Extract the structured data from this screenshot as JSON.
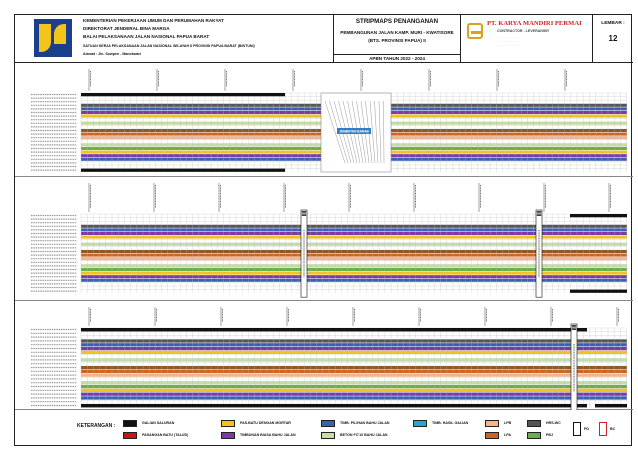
{
  "header": {
    "agency_lines": [
      "KEMENTERIAN PEKERJAAN UMUM DAN PERUMAHAN RAKYAT",
      "DIREKTORAT JENDERAL BINA MARGA",
      "BALAI PELAKSANAAN JALAN NASIONAL PAPUA BARAT",
      "SATUAN KERJA PELAKSANAAN JALAN NASIONAL WILAYAH II PROVINSI PAPUA BARAT (BINTUNI)",
      "Alamat : Jln. Sowpen - Manokwari"
    ],
    "title": "STRIPMAPS PENANGANAN",
    "project": "PEMBANGUNAN JALAN KAMP. MURI - KWATISORE",
    "province": "(BTS. PROVINSI PAPUA) II",
    "budget_year": "APBN TAHUN 2022 - 2024",
    "contractor_name": "PT. KARYA MANDIRI PERMAI",
    "contractor_sub": "CONTRACTOR  -  LEVERANSIR",
    "sheet_label": "LEMBAR :",
    "sheet_number": "12"
  },
  "legend": {
    "title": "KETERANGAN :",
    "items": [
      {
        "label": "GALIAN SALURAN",
        "color": "#111111"
      },
      {
        "label": "PASANGAN BATU (TALUD)",
        "color": "#c8151b"
      },
      {
        "label": "PAS.BATU DENGAN MORTAR",
        "color": "#f2c31b"
      },
      {
        "label": "TIMBUNAN BIASA BAHU JALAN",
        "color": "#7b3aa8"
      },
      {
        "label": "TIMB. PILIHAN BAHU JALAN",
        "color": "#3a5fb5"
      },
      {
        "label": "BETON FC'10 BAHU JALAN",
        "color": "#c4dca7"
      },
      {
        "label": "TIMB. HASIL GALIAN",
        "color": "#20a9d8"
      },
      {
        "label": "LPB",
        "color": "#f1b592"
      },
      {
        "label": "LPA",
        "color": "#cf6420"
      },
      {
        "label": "HRS-WC",
        "color": "#555555"
      },
      {
        "label": "PBJ",
        "color": "#6cae4a"
      }
    ],
    "box_labels": [
      "PD",
      "BC"
    ]
  },
  "colors": {
    "black": "#111111",
    "red": "#c8151b",
    "yellow": "#f2c31b",
    "purple": "#7b3aa8",
    "blue": "#3a5fb5",
    "lightgreen": "#c4dca7",
    "cyan": "#20a9d8",
    "salmon": "#f1b592",
    "orange": "#cf6420",
    "gray": "#555555",
    "green": "#6cae4a",
    "brown": "#8a5a2b",
    "bridge_label_bg": "#2f7fc1"
  },
  "panel_1": {
    "bridge_label": "JEMBATAN BARAB"
  }
}
